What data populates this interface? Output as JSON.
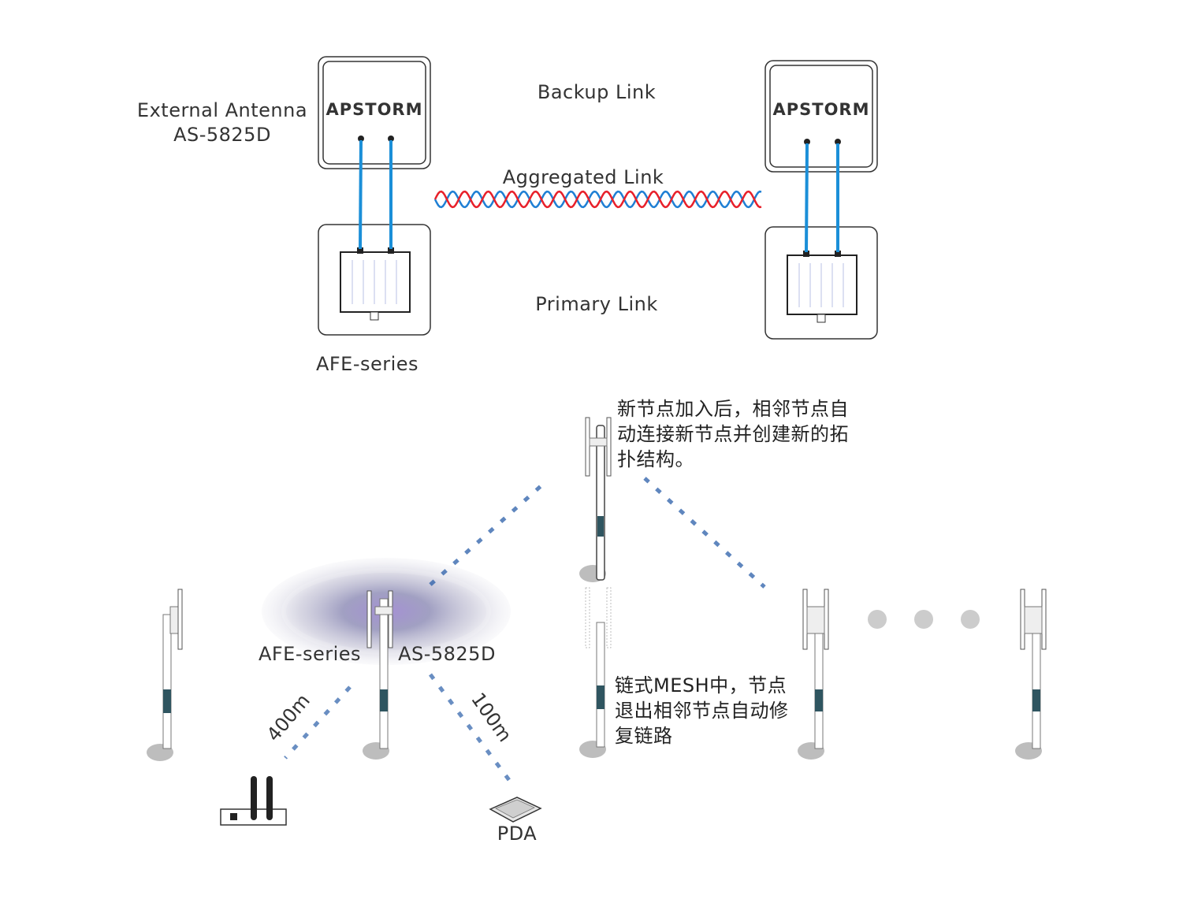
{
  "top": {
    "brand": "APSTORM",
    "antenna_label_line1": "External Antenna",
    "antenna_label_line2": "AS-5825D",
    "ap_series_label": "AFE-series",
    "backup_link_label": "Backup Link",
    "aggregated_link_label": "Aggregated Link",
    "primary_link_label": "Primary Link"
  },
  "bottom": {
    "note_add_node": "新节点加入后，相邻节点自\n动连接新节点并创建新的拓\n扑结构。",
    "note_node_exit": "链式MESH中，节点\n退出相邻节点自动修\n复链路",
    "ap_series_label": "AFE-series",
    "antenna_model_label": "AS-5825D",
    "distance_400": "400m",
    "distance_100": "100m",
    "pda_label": "PDA"
  },
  "colors": {
    "backup_link": "#2a5ea8",
    "primary_link": "#e8202a",
    "aggregated_blue": "#1f7fd4",
    "aggregated_red": "#e8202a",
    "coax_cable": "#1b8fd8",
    "pole_band": "#2f5560",
    "gray_dot": "#cccccc"
  }
}
